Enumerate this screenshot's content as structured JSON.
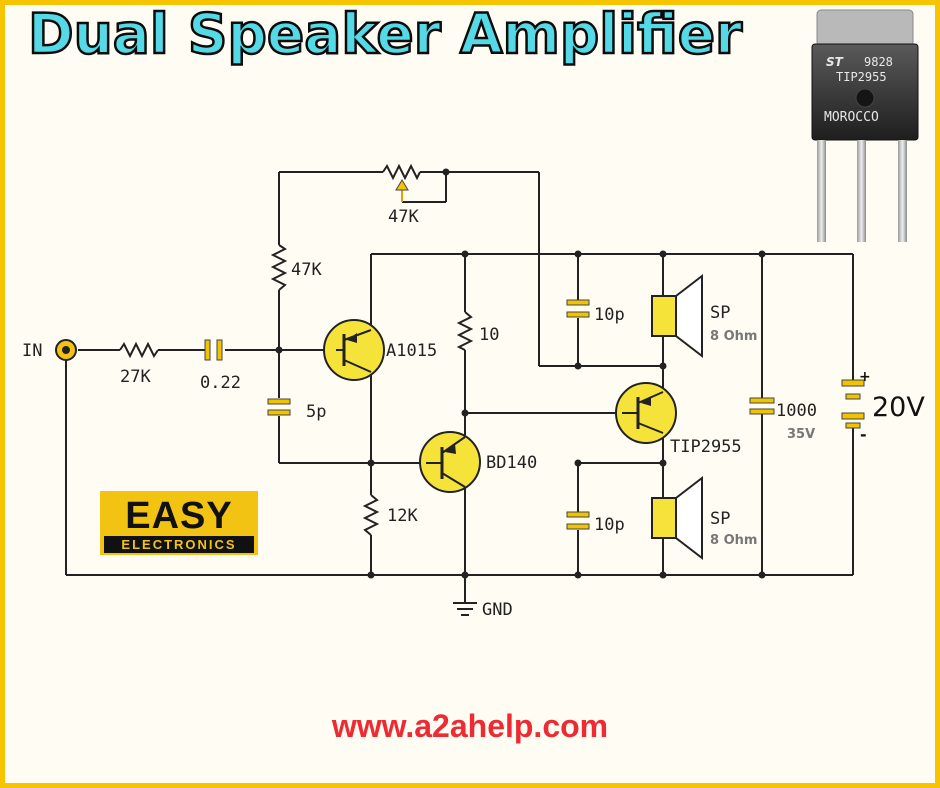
{
  "title": "Dual Speaker Amplifier",
  "website": "www.a2ahelp.com",
  "logo": {
    "top": "EASY",
    "bottom": "ELECTRONICS"
  },
  "transistor_photo": {
    "brand": "ST",
    "code": "9828",
    "part": "TIP2955",
    "origin": "MOROCCO"
  },
  "labels": {
    "input": "IN",
    "r_in": "27K",
    "c_in": "0.22",
    "r_pot": "47K",
    "r_bias": "47K",
    "c_comp": "5p",
    "q1": "A1015",
    "r_10": "10",
    "r_12k": "12K",
    "q2": "BD140",
    "q3": "TIP2955",
    "c_top": "10p",
    "c_bottom": "10p",
    "sp1": "SP",
    "sp1_imp": "8 Ohm",
    "sp2": "SP",
    "sp2_imp": "8 Ohm",
    "c_filter": "1000",
    "c_filter_v": "35V",
    "supply": "20V",
    "supply_plus": "+",
    "supply_minus": "-",
    "ground": "GND"
  },
  "colors": {
    "border": "#f6c400",
    "title_fill": "#55d9e6",
    "website": "#ee2b33",
    "transistor_body": "#f6e33a",
    "capacitor": "#f2c300",
    "speaker": "#f6e33a"
  }
}
